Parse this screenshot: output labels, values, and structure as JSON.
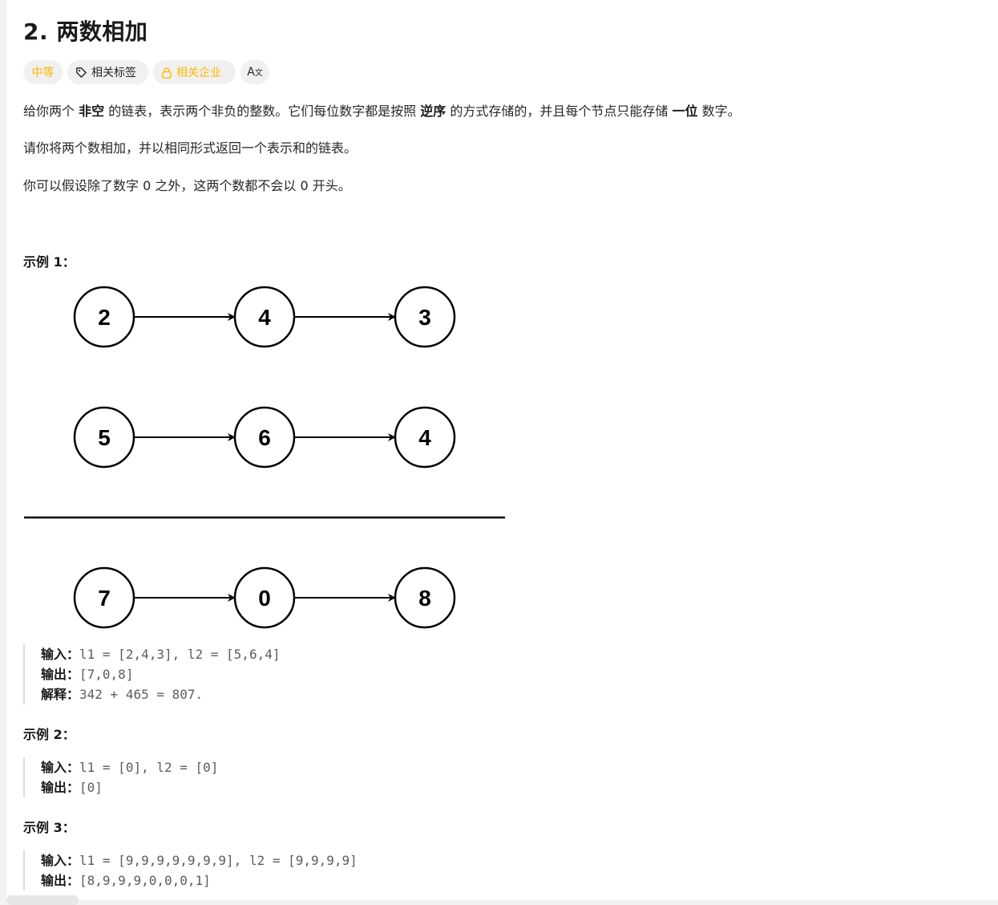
{
  "problem": {
    "title": "2. 两数相加",
    "tags": {
      "difficulty": "中等",
      "topics": "相关标签",
      "companies": "相关企业",
      "translate": "A"
    },
    "description": {
      "p1": {
        "t1": "给你两个 ",
        "b1": "非空",
        "t2": " 的链表，表示两个非负的整数。它们每位数字都是按照 ",
        "b2": "逆序",
        "t3": " 的方式存储的，并且每个节点只能存储 ",
        "b3": "一位",
        "t4": " 数字。"
      },
      "p2": "请你将两个数相加，并以相同形式返回一个表示和的链表。",
      "p3": "你可以假设除了数字 0 之外，这两个数都不会以 0 开头。"
    },
    "examples": [
      {
        "title": "示例 1：",
        "diagram": {
          "list1": [
            "2",
            "4",
            "3"
          ],
          "list2": [
            "5",
            "6",
            "4"
          ],
          "result": [
            "7",
            "0",
            "8"
          ]
        },
        "input_label": "输入：",
        "input": "l1 = [2,4,3], l2 = [5,6,4]",
        "output_label": "输出：",
        "output": "[7,0,8]",
        "explain_label": "解释：",
        "explain": "342 + 465 = 807."
      },
      {
        "title": "示例 2：",
        "input_label": "输入：",
        "input": "l1 = [0], l2 = [0]",
        "output_label": "输出：",
        "output": "[0]"
      },
      {
        "title": "示例 3：",
        "input_label": "输入：",
        "input": "l1 = [9,9,9,9,9,9,9], l2 = [9,9,9,9]",
        "output_label": "输出：",
        "output": "[8,9,9,9,0,0,0,1]"
      }
    ]
  },
  "colors": {
    "difficulty_medium": "#ffb800",
    "text": "#262626",
    "tag_bg": "#f0f0f0"
  }
}
